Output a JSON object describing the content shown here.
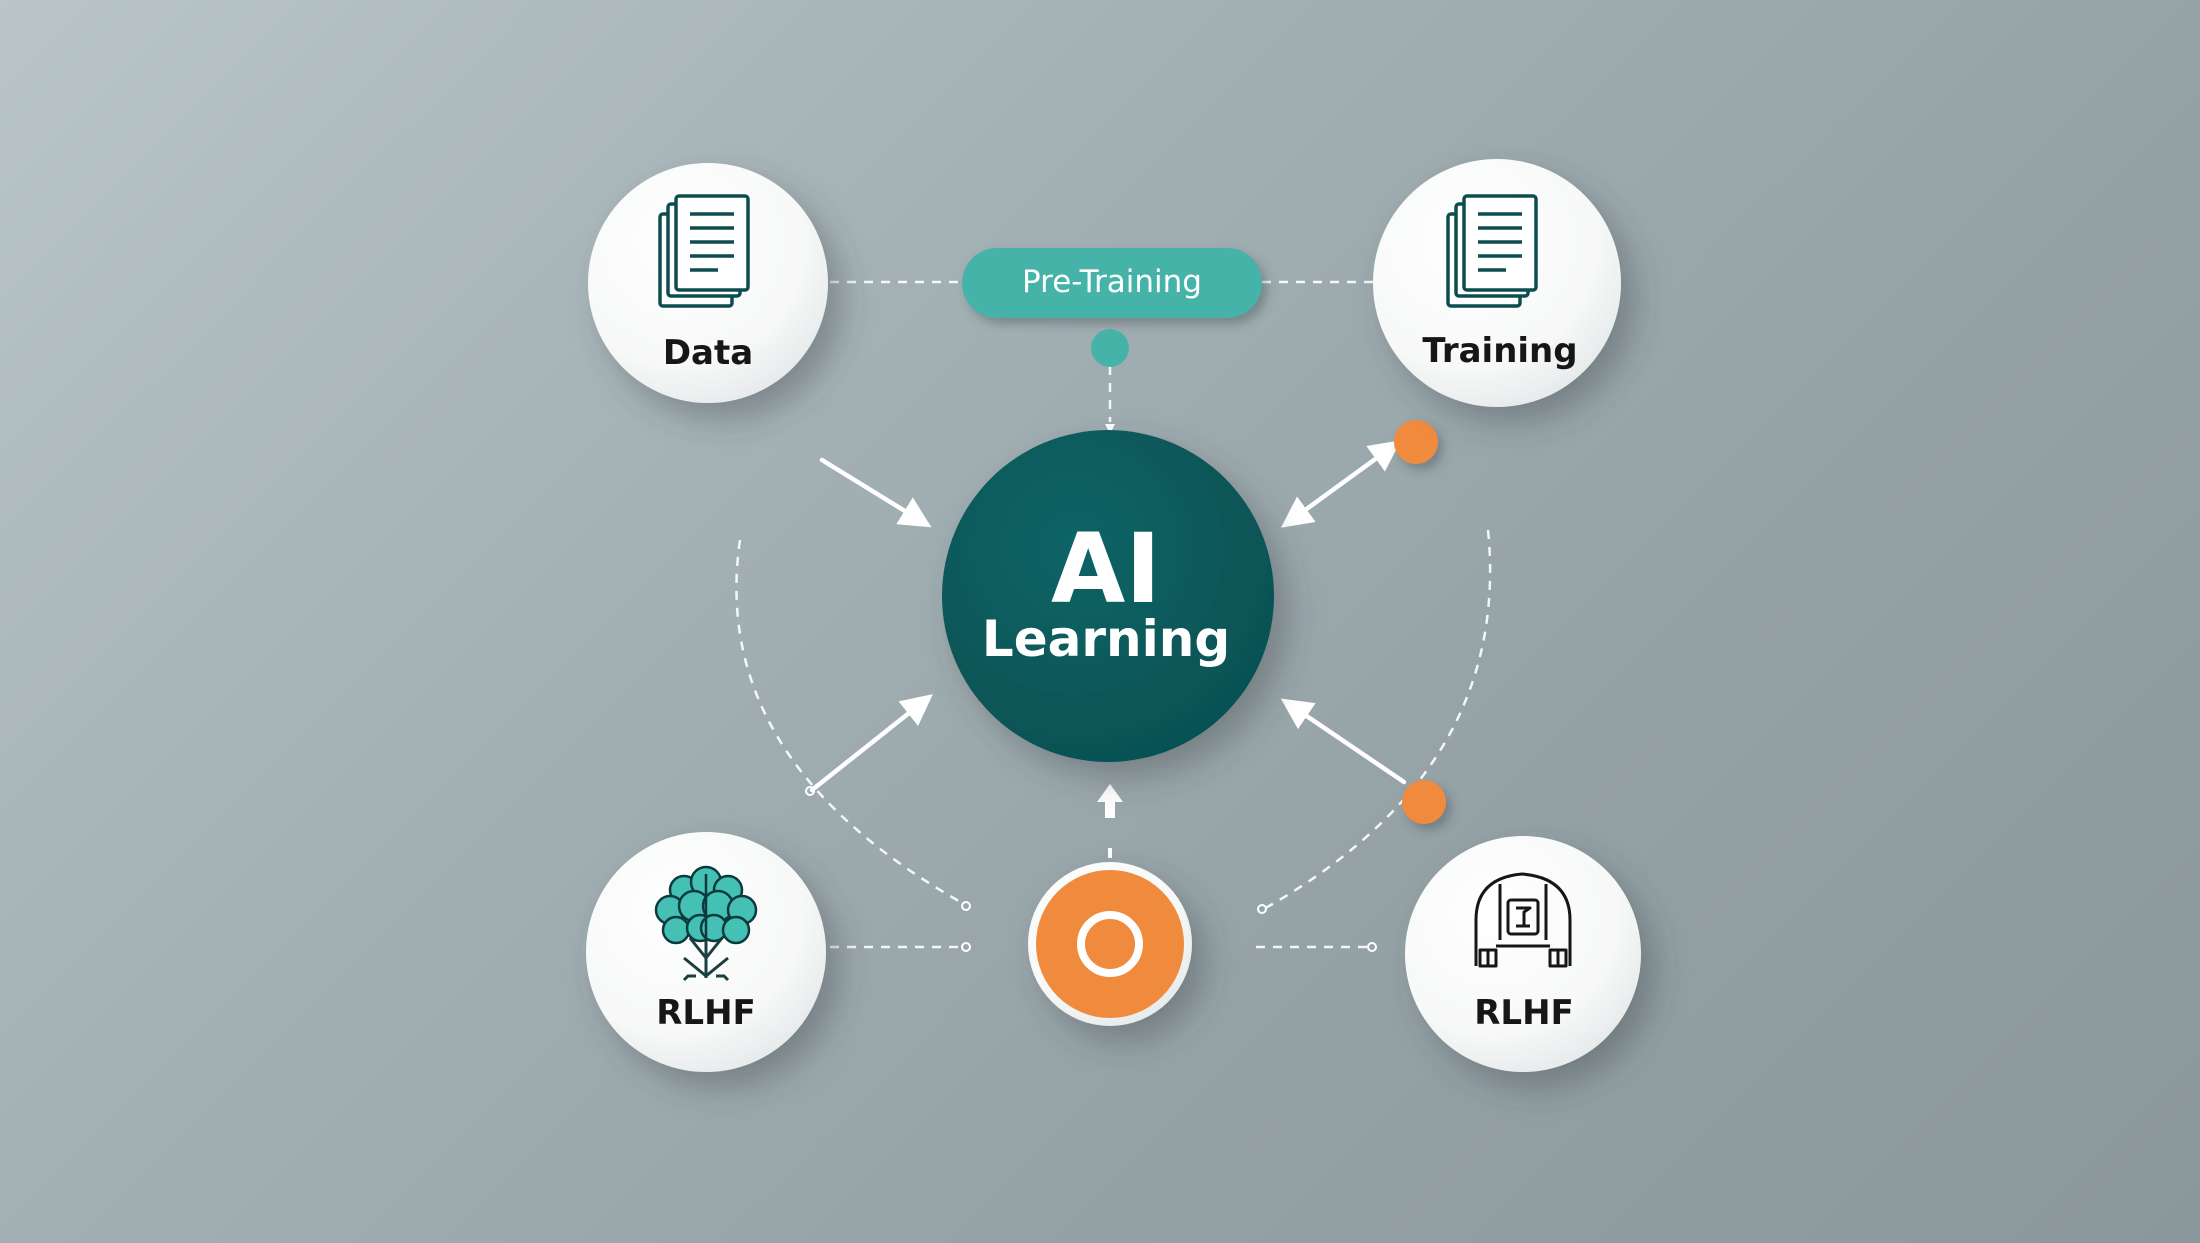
{
  "center": {
    "title": "AI",
    "subtitle": "Learning"
  },
  "pill": {
    "label": "Pre-Training"
  },
  "nodes": {
    "top_left": {
      "label": "Data",
      "icon": "document-stack-icon"
    },
    "top_right": {
      "label": "Training",
      "icon": "document-stack-icon"
    },
    "bottom_left": {
      "label": "RLHF",
      "icon": "brain-tree-icon"
    },
    "bottom_right": {
      "label": "RLHF",
      "icon": "robot-helmet-icon"
    },
    "bottom_center": {
      "label": "",
      "icon": "target-ring-icon"
    }
  },
  "colors": {
    "teal_dark": "#075a5c",
    "teal_light": "#45b3a7",
    "orange": "#f08a3c",
    "node_fill": "#ffffff",
    "arrow": "#ffffff"
  }
}
